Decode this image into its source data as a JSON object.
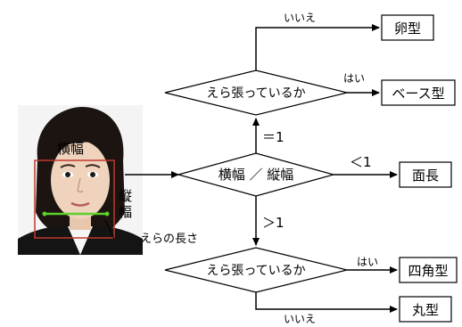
{
  "photo": {
    "width_label": "横幅",
    "height_label": "縦幅",
    "jaw_label": "えらの長さ"
  },
  "flow": {
    "ratio_node": "横幅 ／ 縦幅",
    "jaw_check_top": "えら張っているか",
    "jaw_check_bottom": "えら張っているか",
    "cond_equal": "＝1",
    "cond_less": "＜1",
    "cond_greater": "＞1",
    "yes_top": "はい",
    "no_top": "いいえ",
    "yes_bottom": "はい",
    "no_bottom": "いいえ"
  },
  "results": {
    "egg": "卵型",
    "base": "ベース型",
    "long": "面長",
    "square": "四角型",
    "round": "丸型"
  },
  "colors": {
    "box_stroke": "#c0392b",
    "jaw_line": "#5dd12a",
    "shape_stroke": "#000000"
  }
}
